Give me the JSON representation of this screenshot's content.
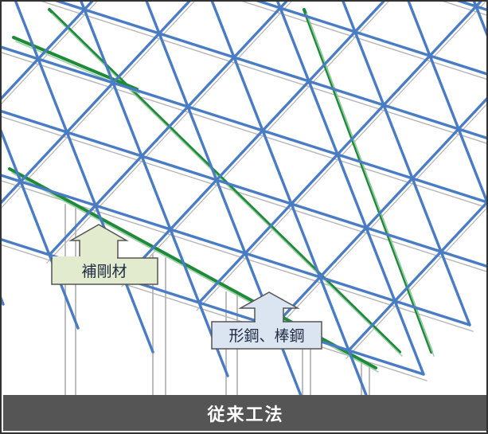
{
  "labels": {
    "stiffener": "補剛材",
    "steel": "形鋼、棒鋼"
  },
  "footer": {
    "title": "従来工法"
  },
  "colors": {
    "blue_member": "#4a7cc4",
    "green_member": "#1e8a3a",
    "gray_member": "#b4b4b4",
    "stiffener_fill": "#e2ebcd",
    "steel_fill": "#dbe5f2",
    "footer_bg": "#555555"
  }
}
